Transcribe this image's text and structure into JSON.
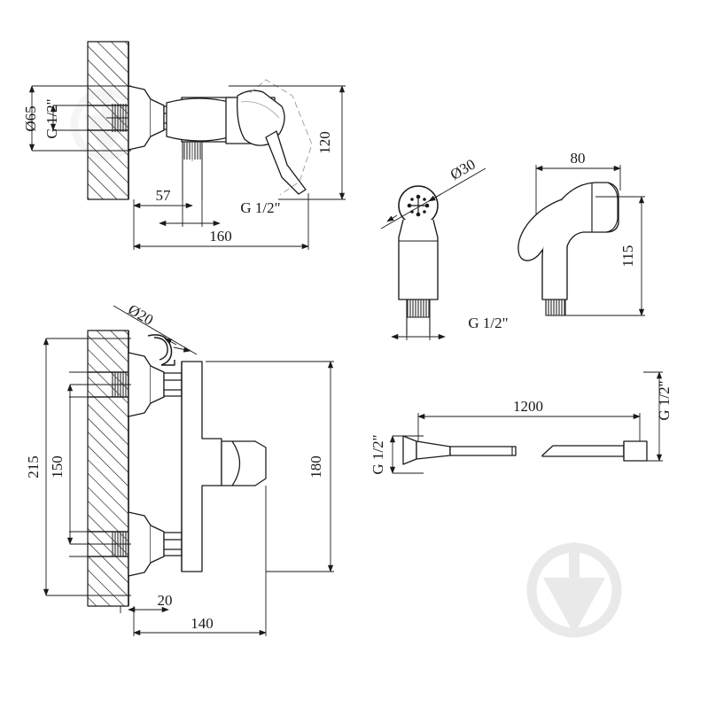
{
  "document": {
    "type": "technical-drawing",
    "subject": "Bidet shower / faucet set dimensional drawing",
    "background_color": "#ffffff",
    "line_color": "#1a1a1a",
    "watermark_color": "#e8e8e8"
  },
  "views": {
    "shower_mixer": {
      "name": "Wall-mounted shower mixer (side view)",
      "dimensions": {
        "flange_diameter": "Ø65",
        "inlet_thread": "G 1/2\"",
        "height": "120",
        "inlet_offset": "57",
        "outlet_thread": "G 1/2\"",
        "projection": "160"
      }
    },
    "bath_mixer": {
      "name": "Wall-mounted bath mixer (side view)",
      "dimensions": {
        "hook_diameter": "Ø20",
        "overall_centres": "215",
        "inlet_centres": "150",
        "body_height": "180",
        "wall_offset": "20",
        "projection": "140"
      }
    },
    "bidet_handset_front": {
      "name": "Bidet spray handset (front view)",
      "dimensions": {
        "spray_face_diameter": "Ø30",
        "connection_thread": "G 1/2\""
      }
    },
    "bidet_handset_side": {
      "name": "Bidet spray handset (side view)",
      "dimensions": {
        "depth": "80",
        "height": "115"
      }
    },
    "hose": {
      "name": "Flexible shower hose",
      "dimensions": {
        "length": "1200",
        "inlet_thread": "G 1/2\"",
        "outlet_thread": "G 1/2\""
      }
    }
  },
  "labels": {
    "d65": "Ø65",
    "g_half_a": "G 1/2\"",
    "h120": "120",
    "n57": "57",
    "g_half_b": "G 1/2\"",
    "n160": "160",
    "d20": "Ø20",
    "n215": "215",
    "n150": "150",
    "n180": "180",
    "n20": "20",
    "n140": "140",
    "d30": "Ø30",
    "g_half_c": "G 1/2\"",
    "n80": "80",
    "n115": "115",
    "g_half_d": "G 1/2\"",
    "n1200": "1200",
    "g_half_e": "G 1/2\""
  },
  "watermark": {
    "name": "plumb-bob-in-circle-logo"
  }
}
